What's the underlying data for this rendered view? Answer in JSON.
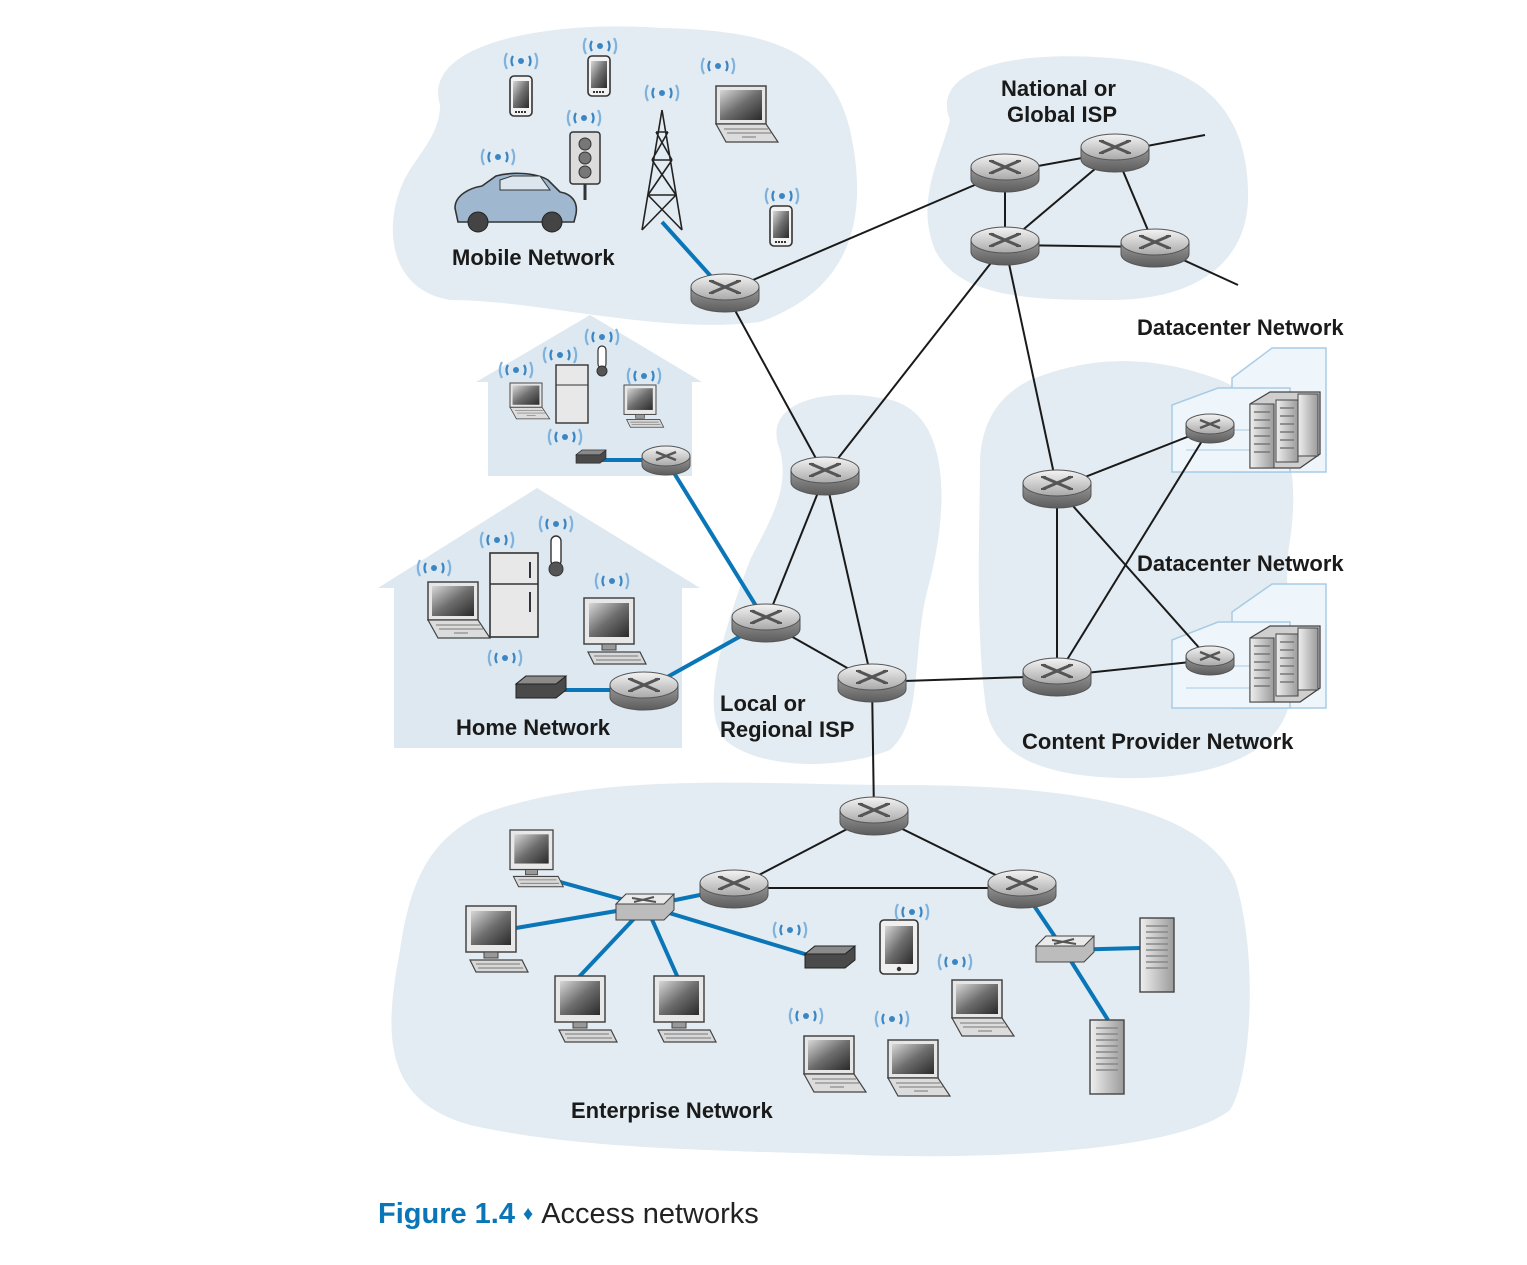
{
  "labels": {
    "mobile": "Mobile Network",
    "national_line1": "National or",
    "national_line2": "Global ISP",
    "datacenter_1": "Datacenter Network",
    "datacenter_2": "Datacenter Network",
    "local_line1": "Local or",
    "local_line2": "Regional ISP",
    "home": "Home Network",
    "content_provider": "Content Provider Network",
    "enterprise": "Enterprise Network"
  },
  "caption": {
    "figure": "Figure 1.4",
    "separator": "♦",
    "text": "Access networks"
  },
  "colors": {
    "cloud": "#e3ecf2",
    "link_wired": "#1a1a1a",
    "link_access": "#0a76b8",
    "accent": "#0a76b8"
  }
}
